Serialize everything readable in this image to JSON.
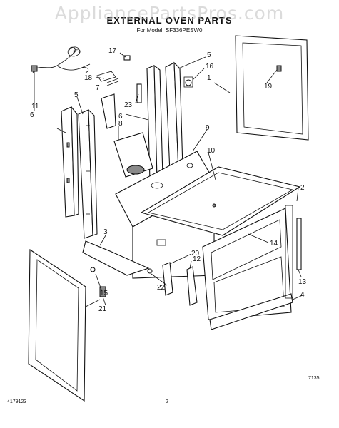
{
  "watermark": "AppliancePartsPros.com",
  "title": "EXTERNAL OVEN PARTS",
  "subtitle": "For Model: SF336PESW0",
  "footer": {
    "left_code": "4179123",
    "page_number": "2",
    "figure_code": "7135"
  },
  "callouts": [
    "1",
    "2",
    "3",
    "4",
    "5",
    "6",
    "7",
    "8",
    "9",
    "10",
    "11",
    "12",
    "13",
    "14",
    "15",
    "16",
    "17",
    "18",
    "19",
    "20",
    "21",
    "22",
    "23"
  ]
}
